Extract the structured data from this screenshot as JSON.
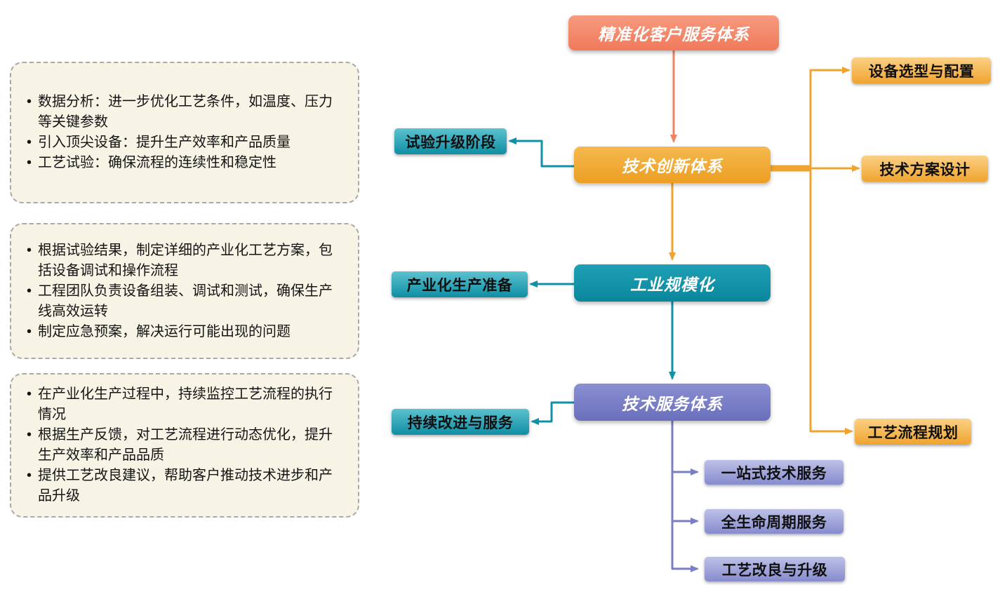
{
  "flow": [
    {
      "label": "精准化客户服务体系",
      "color": "#F4876A"
    },
    {
      "label": "技术创新体系",
      "color": "#F0A433"
    },
    {
      "label": "工业规模化",
      "color": "#1193A9"
    },
    {
      "label": "技术服务体系",
      "color": "#7A7EC5"
    }
  ],
  "stages": [
    {
      "label": "试验升级阶段",
      "color": "#1193A9"
    },
    {
      "label": "产业化生产准备",
      "color": "#1193A9"
    },
    {
      "label": "持续改进与服务",
      "color": "#1193A9"
    }
  ],
  "deliverables": [
    {
      "label": "设备选型与配置",
      "color": "#F0A42F"
    },
    {
      "label": "技术方案设计",
      "color": "#F0A42F"
    },
    {
      "label": "工艺流程规划",
      "color": "#F0A42F"
    }
  ],
  "services": [
    {
      "label": "一站式技术服务",
      "color": "#878CCF"
    },
    {
      "label": "全生命周期服务",
      "color": "#878CCF"
    },
    {
      "label": "工艺改良与升级",
      "color": "#878CCF"
    }
  ],
  "notes": [
    {
      "bullets": [
        "数据分析：进一步优化工艺条件，如温度、压力等关键参数",
        "引入顶尖设备：提升生产效率和产品质量",
        "工艺试验：确保流程的连续性和稳定性"
      ]
    },
    {
      "bullets": [
        "根据试验结果，制定详细的产业化工艺方案，包括设备调试和操作流程",
        "工程团队负责设备组装、调试和测试，确保生产线高效运转",
        "制定应急预案，解决运行可能出现的问题"
      ]
    },
    {
      "bullets": [
        "在产业化生产过程中，持续监控工艺流程的执行情况",
        "根据生产反馈，对工艺流程进行动态优化，提升生产效率和产品品质",
        "提供工艺改良建议，帮助客户推动技术进步和产品升级"
      ]
    }
  ],
  "colors": {
    "customer_service": "#F4876A",
    "tech_innovation": "#F0A433",
    "industrial_scale": "#1193A9",
    "tech_service": "#7A7EC5",
    "note_background": "#F7F4E6"
  }
}
